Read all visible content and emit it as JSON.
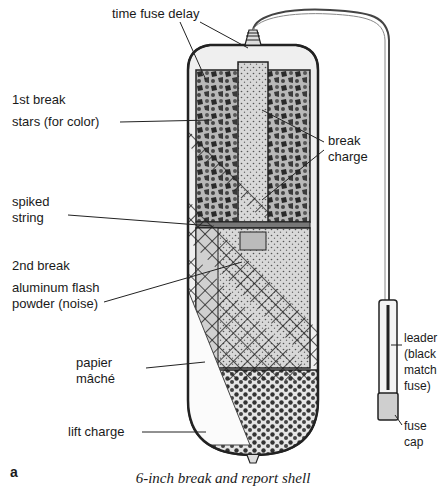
{
  "diagram": {
    "caption": "6-inch break and report shell",
    "labels": [
      "time fuse delay",
      "1st break",
      "stars (for color)",
      "break charge",
      "spiked string",
      "2nd break",
      "aluminum flash powder (noise)",
      "papier mâché",
      "lift charge",
      "leader (black match fuse)",
      "fuse cap",
      "a"
    ]
  }
}
